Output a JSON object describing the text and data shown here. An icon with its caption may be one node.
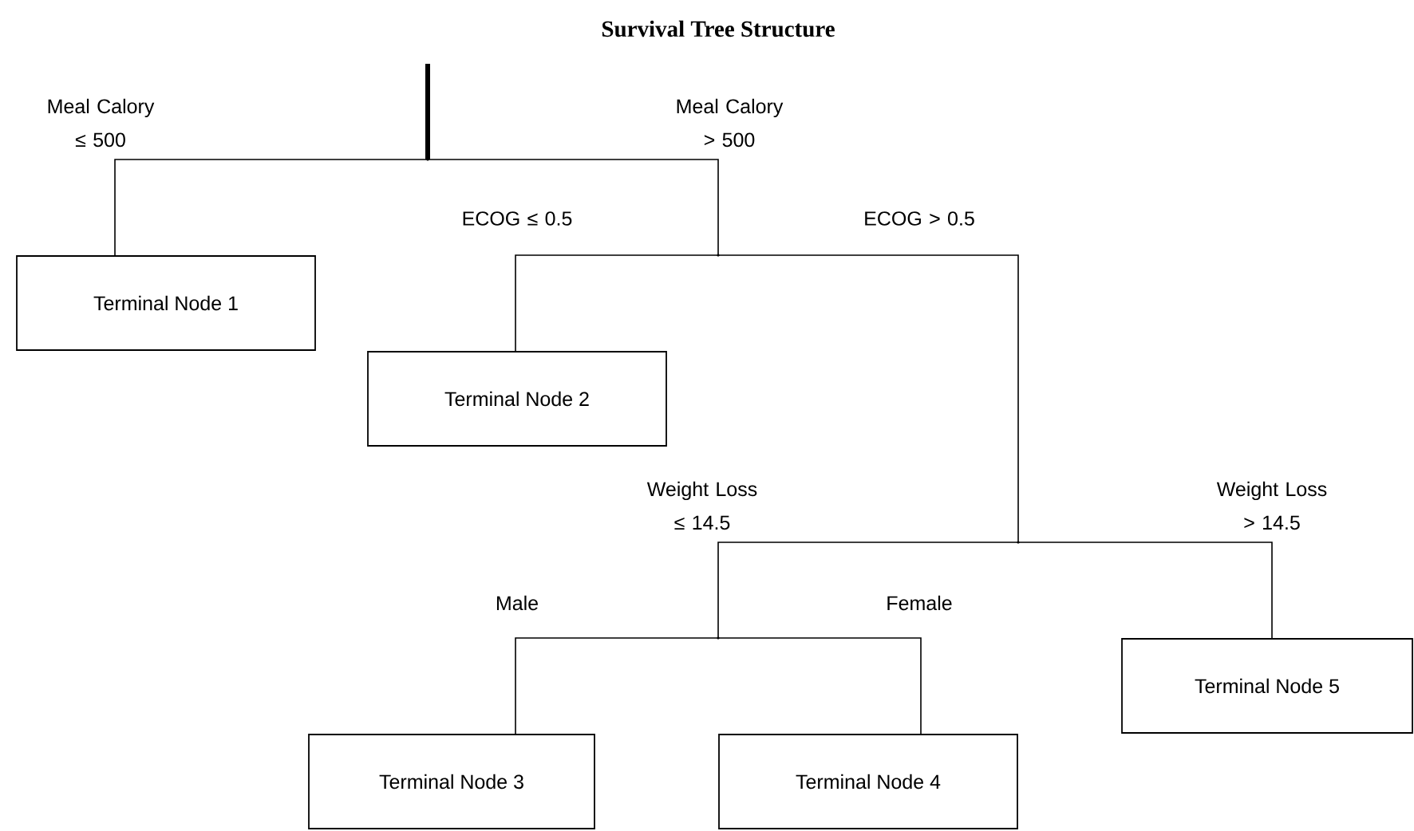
{
  "diagram": {
    "title": "Survival Tree Structure",
    "nodes": [
      {
        "text": [],
        "shape": "point"
      },
      {
        "text": [
          "Terminal Node 1"
        ]
      },
      {
        "text": [],
        "shape": "point"
      },
      {
        "text": [
          "Terminal Node 2"
        ]
      },
      {
        "text": [],
        "shape": "point"
      },
      {
        "text": [],
        "shape": "point"
      },
      {
        "text": [
          "Terminal Node 5"
        ]
      },
      {
        "text": [
          "Terminal Node 3"
        ]
      },
      {
        "text": [
          "Terminal Node 4"
        ]
      }
    ],
    "edges": [
      {
        "from": null,
        "to": 0,
        "arrow": "none",
        "style": "thick"
      },
      {
        "from": 0,
        "to": 1,
        "arrow": "none",
        "label": "Meal Calory ≤ 500"
      },
      {
        "from": 0,
        "to": 2,
        "arrow": "none",
        "label": "Meal Calory > 500"
      },
      {
        "from": 2,
        "to": 3,
        "arrow": "none",
        "label": "ECOG ≤ 0.5"
      },
      {
        "from": 2,
        "to": 4,
        "arrow": "none",
        "label": "ECOG > 0.5"
      },
      {
        "from": 4,
        "to": 5,
        "arrow": "none",
        "label": "Weight Loss ≤ 14.5"
      },
      {
        "from": 4,
        "to": 6,
        "arrow": "none",
        "label": "Weight Loss > 14.5"
      },
      {
        "from": 5,
        "to": 7,
        "arrow": "none",
        "label": "Male"
      },
      {
        "from": 5,
        "to": 8,
        "arrow": "none",
        "label": "Female"
      }
    ]
  }
}
